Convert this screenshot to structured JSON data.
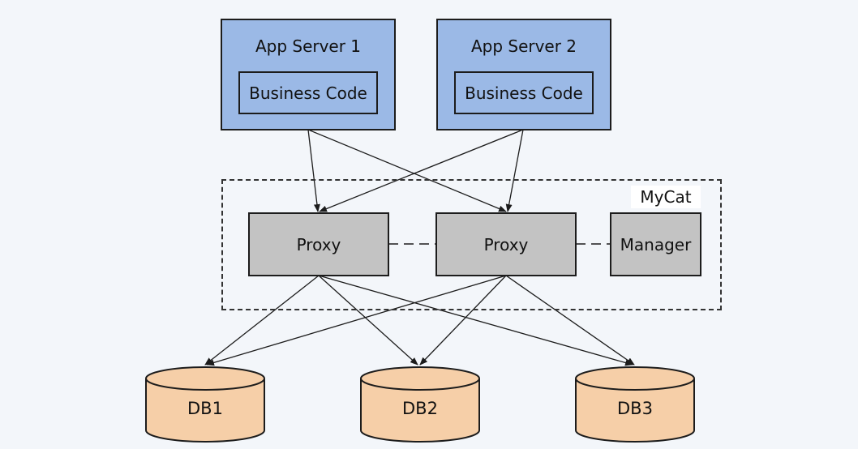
{
  "app_servers": [
    {
      "title": "App Server 1",
      "inner": "Business Code"
    },
    {
      "title": "App Server 2",
      "inner": "Business Code"
    }
  ],
  "cluster": {
    "label": "MyCat",
    "proxies": [
      "Proxy",
      "Proxy"
    ],
    "manager": "Manager"
  },
  "databases": [
    "DB1",
    "DB2",
    "DB3"
  ],
  "colors": {
    "app_fill": "#9bb9e6",
    "proxy_fill": "#c3c3c3",
    "db_fill": "#f6cfa8",
    "background": "#f3f6fa"
  }
}
